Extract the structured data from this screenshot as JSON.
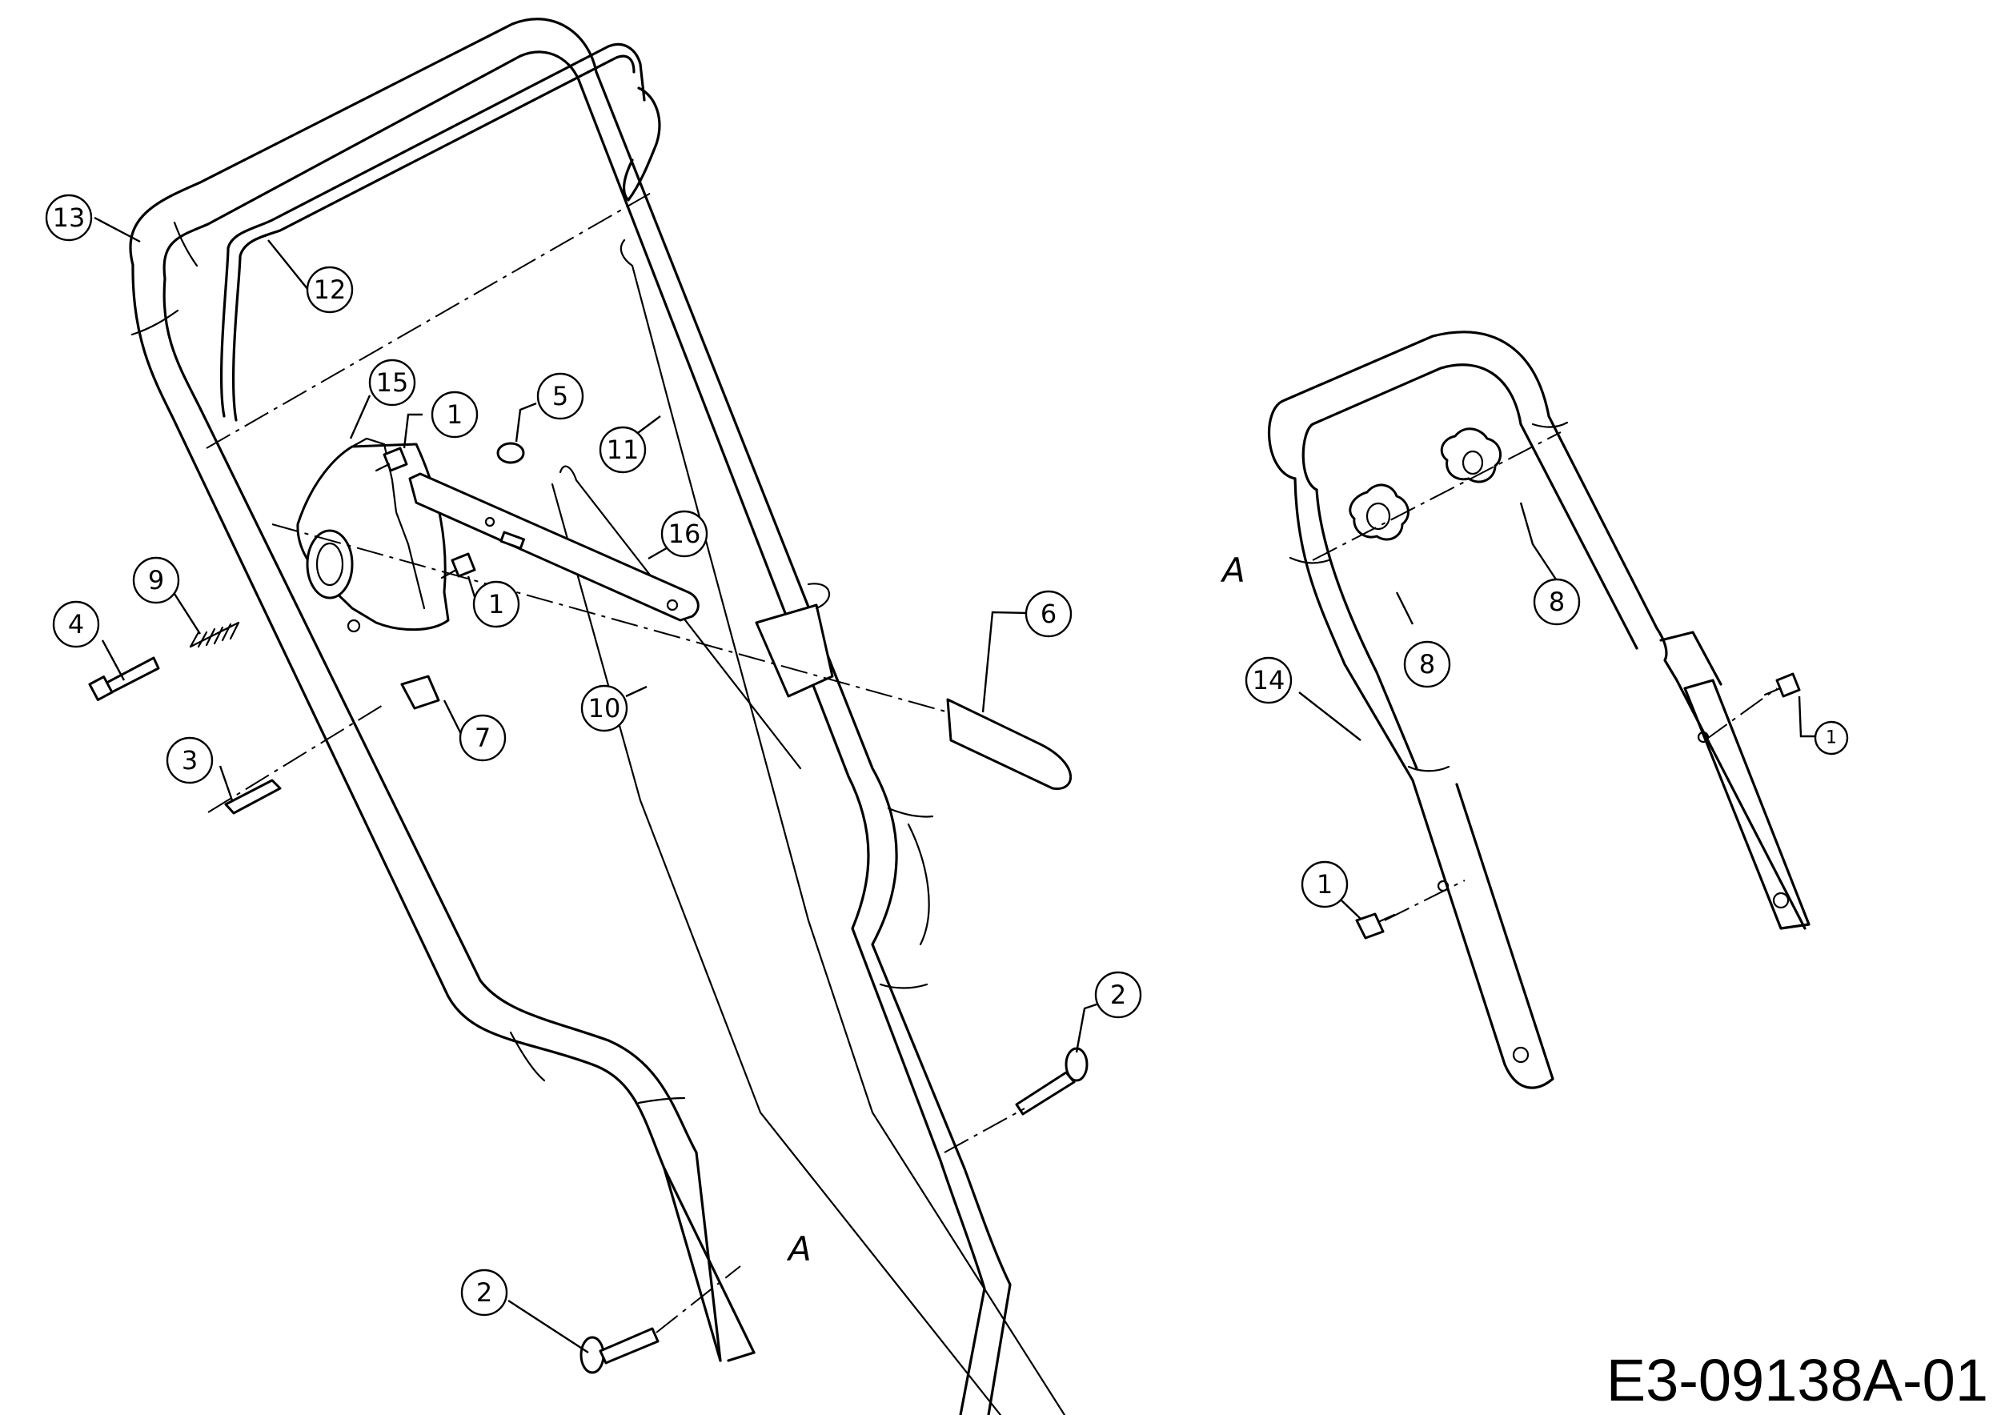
{
  "drawing_id": "E3-09138A-01",
  "view_marker": "A",
  "callouts": {
    "c1a": "1",
    "c1b": "1",
    "c1c": "1",
    "c1d": "1",
    "c2a": "2",
    "c2b": "2",
    "c3": "3",
    "c4": "4",
    "c5": "5",
    "c6": "6",
    "c7": "7",
    "c8a": "8",
    "c8b": "8",
    "c9": "9",
    "c10": "10",
    "c11": "11",
    "c12": "12",
    "c13": "13",
    "c14": "14",
    "c15": "15",
    "c16": "16"
  },
  "parts": {
    "1": "screw-icon",
    "2": "carriage-bolt-icon",
    "3": "cotter-pin-icon",
    "4": "bolt-icon",
    "5": "nut-icon",
    "6": "grip-pad-icon",
    "7": "cable-clip-icon",
    "8": "star-knob-icon",
    "9": "spring-icon",
    "10": "cable-icon",
    "11": "cable-icon",
    "12": "bail-bar-icon",
    "13": "upper-handle-icon",
    "14": "lower-handle-icon",
    "15": "ratchet-housing-icon",
    "16": "lever-plate-icon"
  }
}
